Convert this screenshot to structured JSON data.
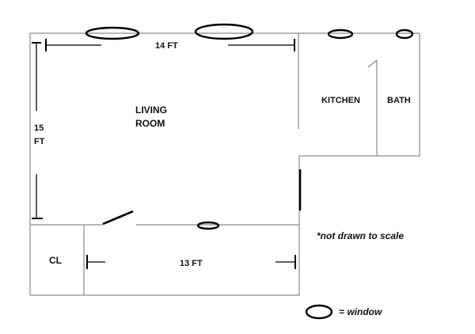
{
  "rooms": {
    "living_room": [
      "LIVING",
      "ROOM"
    ],
    "kitchen": "KITCHEN",
    "bath": "BATH",
    "closet": "CL"
  },
  "dimensions": {
    "top_width": "14 FT",
    "left_height": [
      "15",
      "FT"
    ],
    "bottom_width": "13 FT"
  },
  "notes": {
    "scale": "*not drawn to scale",
    "legend": "= window"
  },
  "colors": {
    "wall": "#8a8a8a",
    "marks": "#000000"
  }
}
